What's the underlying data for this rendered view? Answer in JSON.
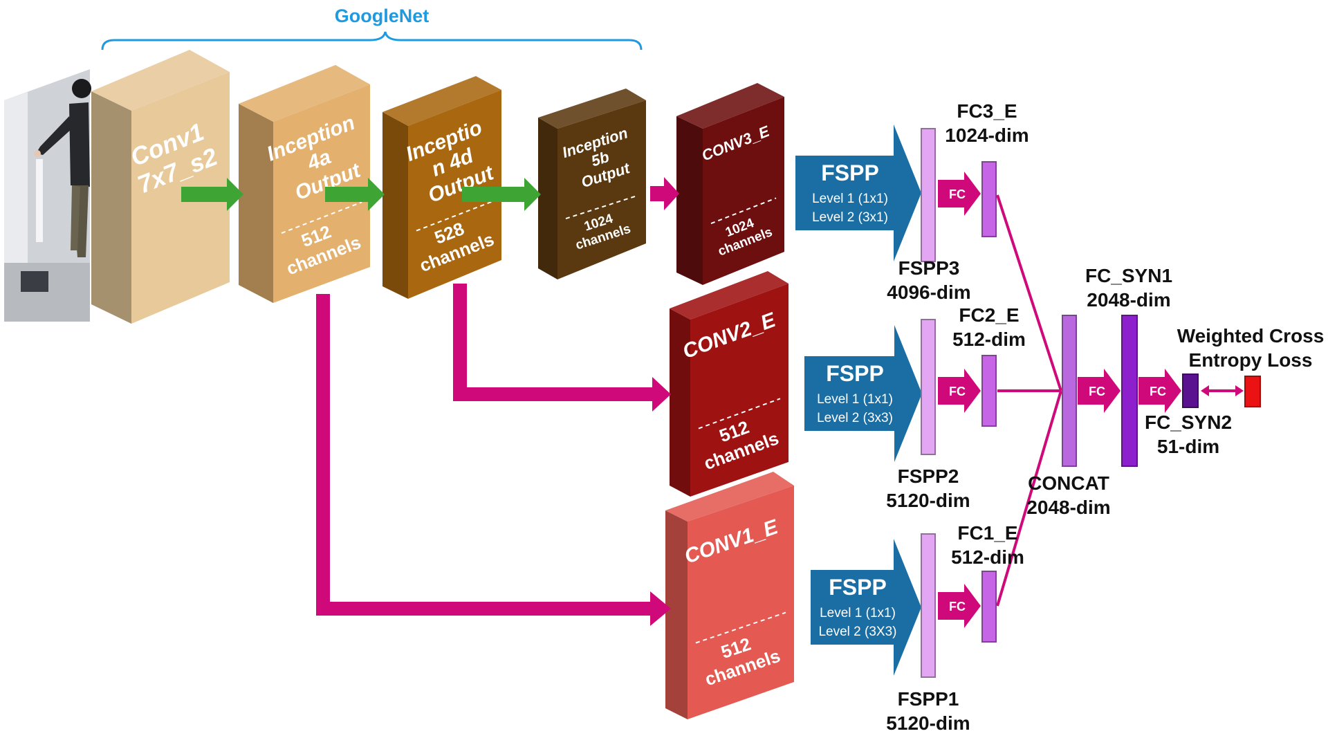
{
  "header": {
    "title": "GoogleNet"
  },
  "colors": {
    "accent": "#1e9be0",
    "green_arrow": "#3ea535",
    "magenta": "#d0097a",
    "fspp_blue": "#1b6ea3",
    "fspp_bar": "#e3a6f3",
    "fc_bar": "#c666e6",
    "concat_bar": "#b968e0",
    "syn1_bar": "#8e1fcc",
    "syn2_bar": "#5a1290",
    "loss": "#ea1212",
    "conv1": "#e7c99a",
    "inc4a": "#e3b06e",
    "inc4d": "#a9670f",
    "inc5b": "#5b3910",
    "conv3e": "#6d0f0f",
    "conv2e": "#9e1212",
    "conv1e": "#e45a52"
  },
  "blocks": {
    "conv1": {
      "name": "Conv1\n7x7_s2",
      "channels": ""
    },
    "inception4a": {
      "name": "Inception\n4a\nOutput",
      "channels": "512\nchannels"
    },
    "inception4d": {
      "name": "Inceptio\nn 4d\nOutput",
      "channels": "528\nchannels"
    },
    "inception5b": {
      "name": "Inception\n5b\nOutput",
      "channels": "1024\nchannels"
    },
    "conv3e": {
      "name": "CONV3_E",
      "channels": "1024\nchannels"
    },
    "conv2e": {
      "name": "CONV2_E",
      "channels": "512\nchannels"
    },
    "conv1e": {
      "name": "CONV1_E",
      "channels": "512\nchannels"
    }
  },
  "fspp": [
    {
      "title": "FSPP",
      "level1": "Level 1 (1x1)",
      "level2": "Level 2 (3x1)"
    },
    {
      "title": "FSPP",
      "level1": "Level 1 (1x1)",
      "level2": "Level 2 (3x3)"
    },
    {
      "title": "FSPP",
      "level1": "Level 1 (1x1)",
      "level2": "Level 2 (3X3)"
    }
  ],
  "fc_label": "FC",
  "labels": {
    "fc3e": "FC3_E\n1024-dim",
    "fspp3": "FSPP3\n4096-dim",
    "fc2e": "FC2_E\n512-dim",
    "fspp2": "FSPP2\n5120-dim",
    "fc1e": "FC1_E\n512-dim",
    "fspp1": "FSPP1\n5120-dim",
    "concat": "CONCAT\n2048-dim",
    "fc_syn1": "FC_SYN1\n2048-dim",
    "fc_syn2": "FC_SYN2\n51-dim",
    "loss": "Weighted Cross\nEntropy Loss"
  }
}
